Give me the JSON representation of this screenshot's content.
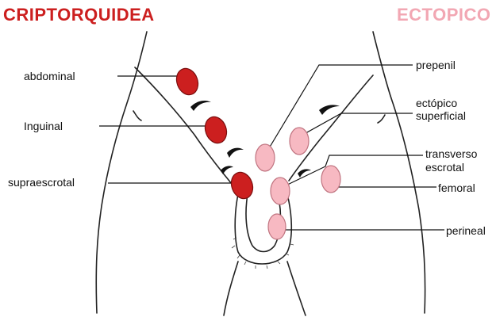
{
  "titles": {
    "left": "CRIPTORQUIDEA",
    "right": "ECTOPICO"
  },
  "labels": {
    "abdominal": "abdominal",
    "inguinal": "Inguinal",
    "supraescrotal": "supraescrotal",
    "prepenil": "prepenil",
    "ectopico_superficial_1": "ectópico",
    "ectopico_superficial_2": "superficial",
    "transverso_escrotal_1": "transverso",
    "transverso_escrotal_2": "escrotal",
    "femoral": "femoral",
    "perineal": "perineal"
  },
  "colors": {
    "cryptorchid": "#cc1f1f",
    "ectopic": "#f7b9c2",
    "line": "#111111"
  }
}
